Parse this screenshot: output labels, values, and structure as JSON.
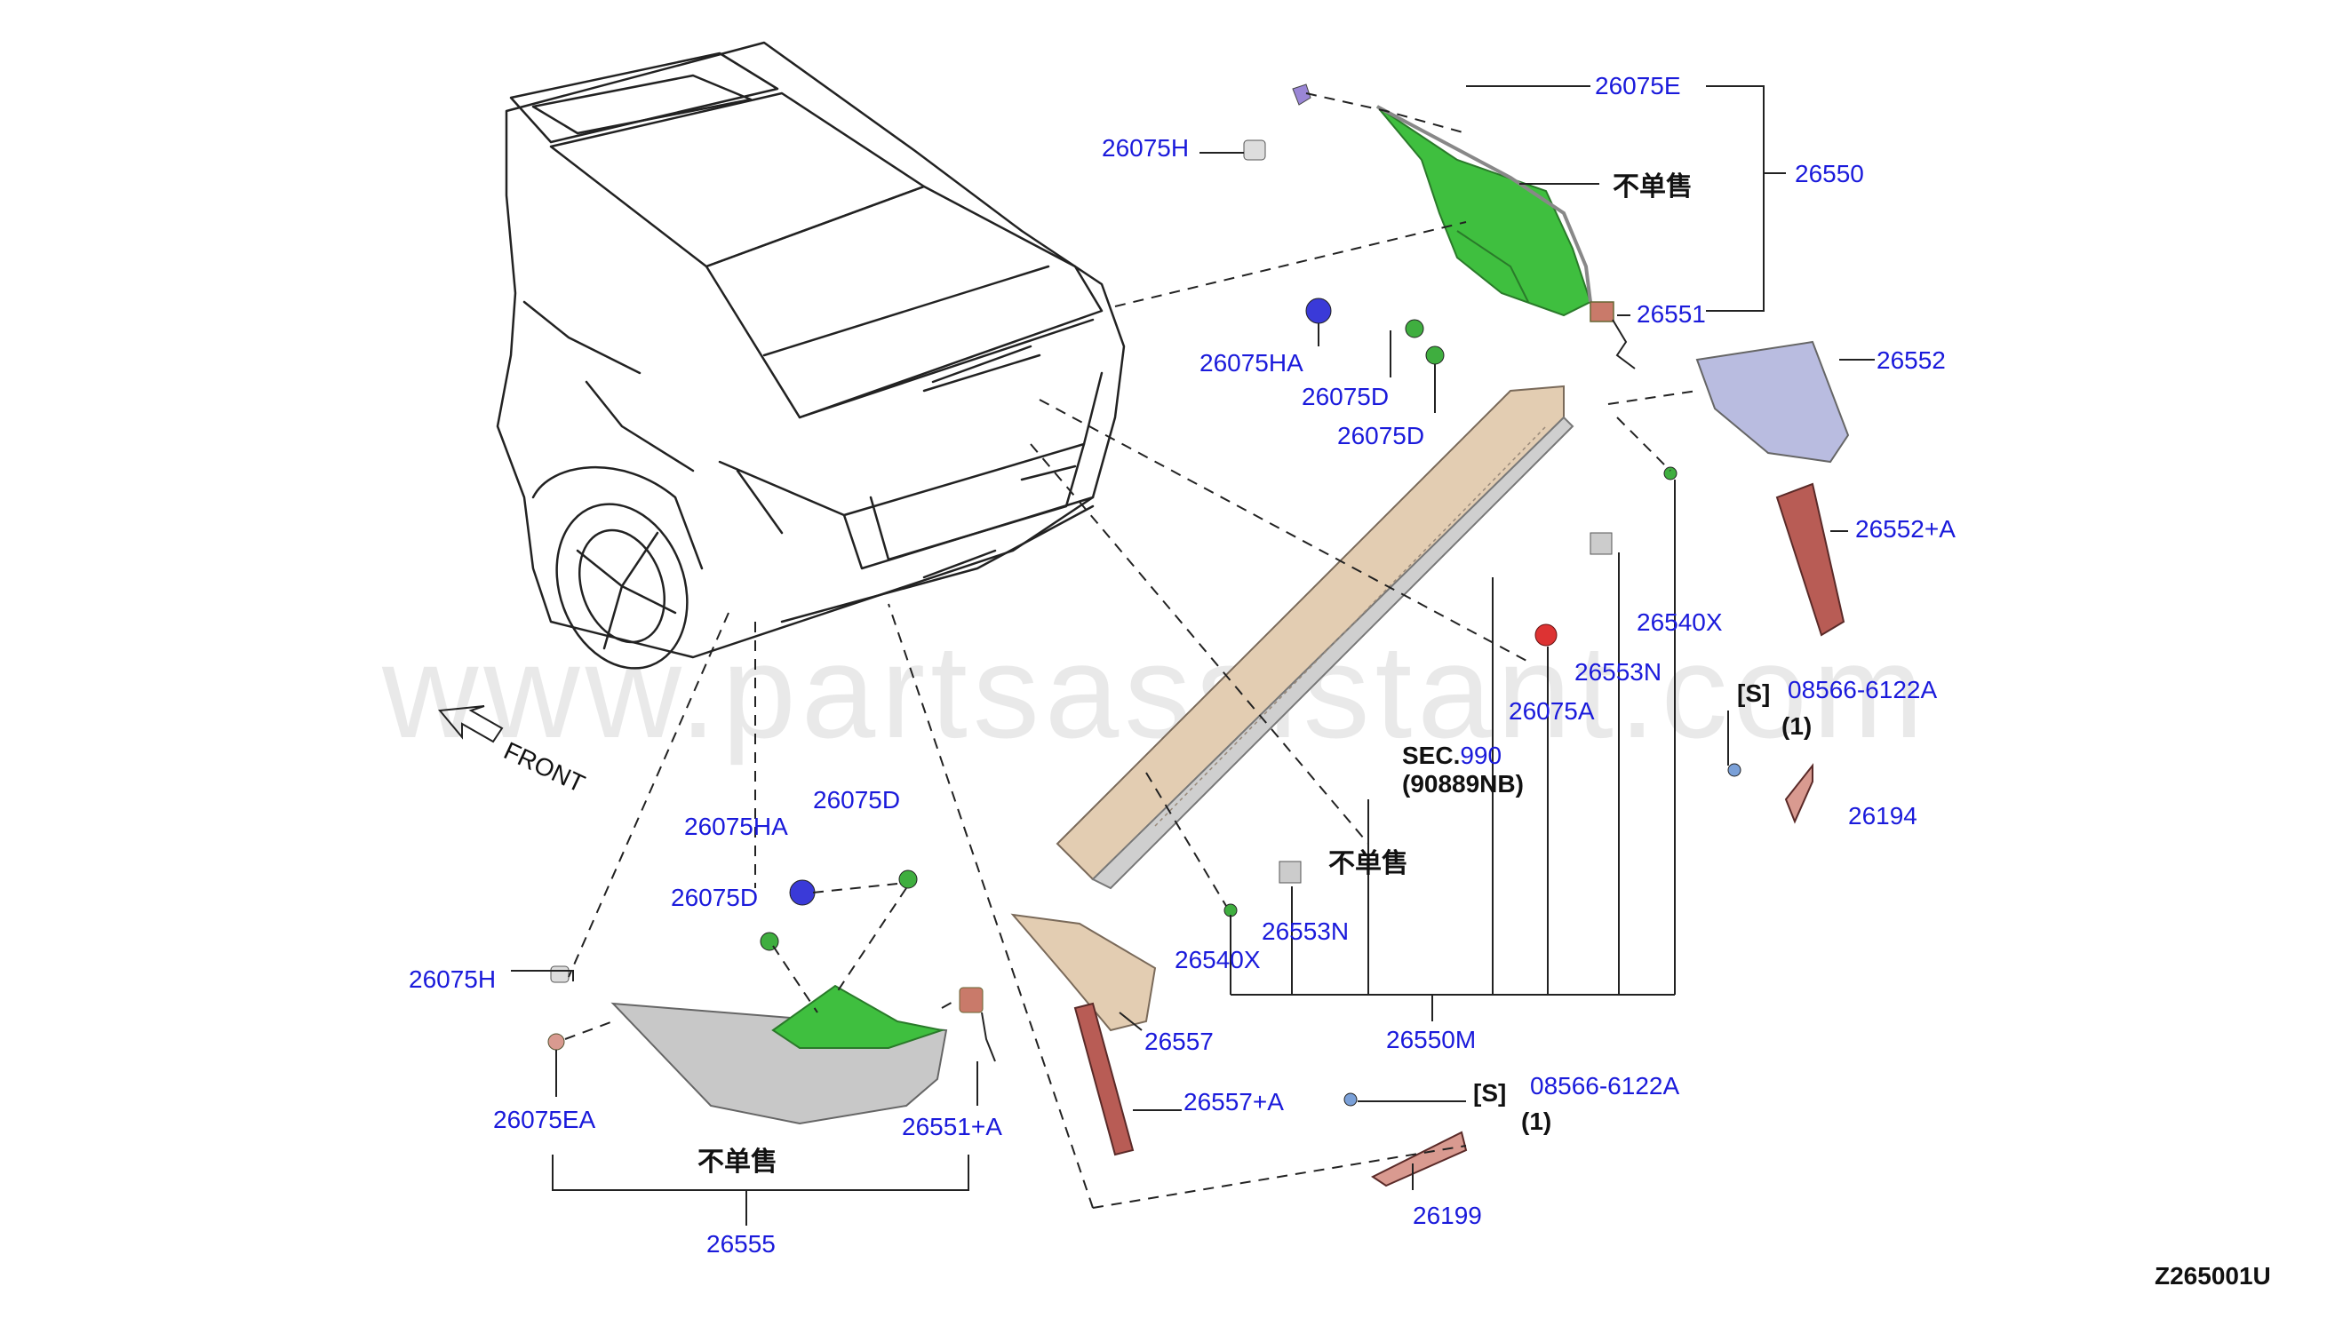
{
  "diagram_code": "Z265001U",
  "watermark": "www.partsassistant.com",
  "front_label": "FRONT",
  "not_sold_label": "不单售",
  "labels": {
    "p26075E": "26075E",
    "p26075H_top": "26075H",
    "p26550": "26550",
    "p26551": "26551",
    "p26075HA_top": "26075HA",
    "p26075D_top1": "26075D",
    "p26075D_top2": "26075D",
    "p26552": "26552",
    "p26552A": "26552+A",
    "p26540X_right": "26540X",
    "p26553N_right": "26553N",
    "p26075A": "26075A",
    "sec_prefix": "SEC.",
    "sec_num": "990",
    "sec_sub": "(90889NB)",
    "s_tag_1": "[S]",
    "p08566_1": "08566-6122A",
    "qty_1": "(1)",
    "p26194": "26194",
    "p26075HA_bot": "26075HA",
    "p26075D_bot1": "26075D",
    "p26075D_bot2": "26075D",
    "p26075H_bot": "26075H",
    "p26075EA": "26075EA",
    "p26551A": "26551+A",
    "p26555": "26555",
    "p26557": "26557",
    "p26557A": "26557+A",
    "p26540X_left": "26540X",
    "p26553N_left": "26553N",
    "p26550M": "26550M",
    "s_tag_2": "[S]",
    "p08566_2": "08566-6122A",
    "qty_2": "(1)",
    "p26199": "26199"
  },
  "colors": {
    "part_number": "#1a1adb",
    "lamp_housing": "#3fbf3f",
    "bumper": "#d9c3a8",
    "reflector": "#b85c55",
    "bracket": "#b9bce0"
  }
}
